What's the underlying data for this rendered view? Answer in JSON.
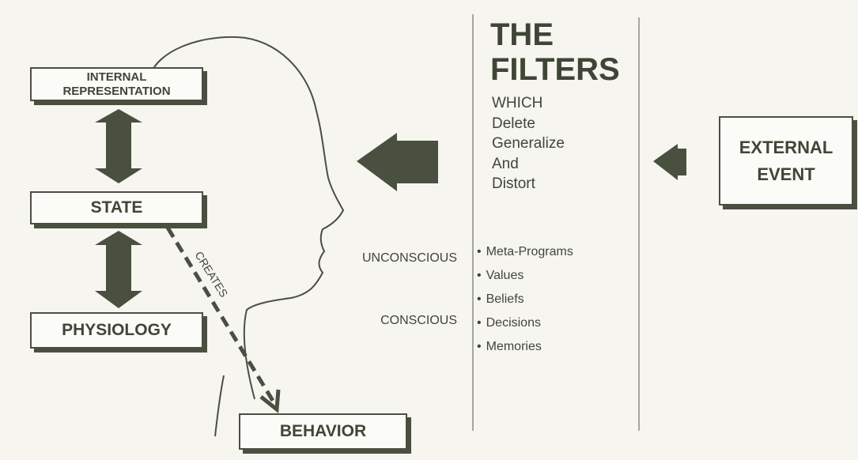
{
  "boxes": {
    "internal_representation": [
      "INTERNAL",
      "REPRESENTATION"
    ],
    "state": "STATE",
    "physiology": "PHYSIOLOGY",
    "behavior": "BEHAVIOR",
    "external_event": [
      "EXTERNAL",
      "EVENT"
    ]
  },
  "filters": {
    "title": [
      "THE",
      "FILTERS"
    ],
    "which_lines": [
      "WHICH",
      "Delete",
      "Generalize",
      "And",
      "Distort"
    ],
    "items": [
      "Meta-Programs",
      "Values",
      "Beliefs",
      "Decisions",
      "Memories"
    ]
  },
  "labels": {
    "creates": "CREATES",
    "unconscious": "UNCONSCIOUS",
    "conscious": "CONSCIOUS"
  },
  "colors": {
    "ink": "#4a5040",
    "paper": "#f6f5f0"
  }
}
